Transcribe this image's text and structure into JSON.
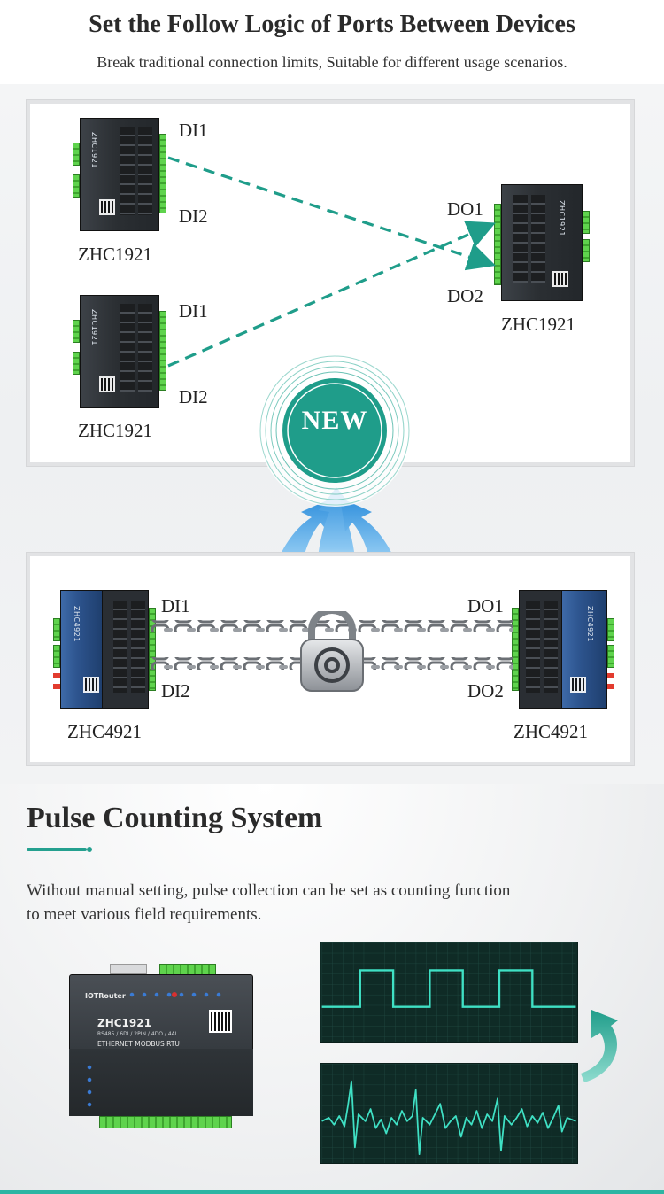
{
  "section1": {
    "title": "Set the Follow Logic of Ports Between Devices",
    "subtitle": "Break traditional connection limits, Suitable for different usage scenarios."
  },
  "panel1": {
    "device_top_left": {
      "model": "ZHC1921",
      "ports": [
        "DI1",
        "DI2"
      ]
    },
    "device_bottom_left": {
      "model": "ZHC1921",
      "ports": [
        "DI1",
        "DI2"
      ]
    },
    "device_right": {
      "model": "ZHC1921",
      "ports": [
        "DO1",
        "DO2"
      ]
    }
  },
  "badge": {
    "label": "NEW"
  },
  "panel2": {
    "device_left": {
      "model": "ZHC4921",
      "ports": [
        "DI1",
        "DI2"
      ]
    },
    "device_right": {
      "model": "ZHC4921",
      "ports": [
        "DO1",
        "DO2"
      ]
    }
  },
  "section2": {
    "title": "Pulse Counting System",
    "description_line1": "Without manual setting, pulse collection can be set as counting function",
    "description_line2": "to meet various field requirements.",
    "device": {
      "brand": "IOTRouter",
      "model": "ZHC1921",
      "spec": "RS485 / 6DI / 2PIN / 4DO / 4AI",
      "interface": "ETHERNET MODBUS RTU"
    }
  },
  "colors": {
    "accent_teal": "#24a08f",
    "dashed_line": "#1f9d8a",
    "scope_trace": "#3fe0c4",
    "arrow_blue": "#4aa8e8"
  }
}
